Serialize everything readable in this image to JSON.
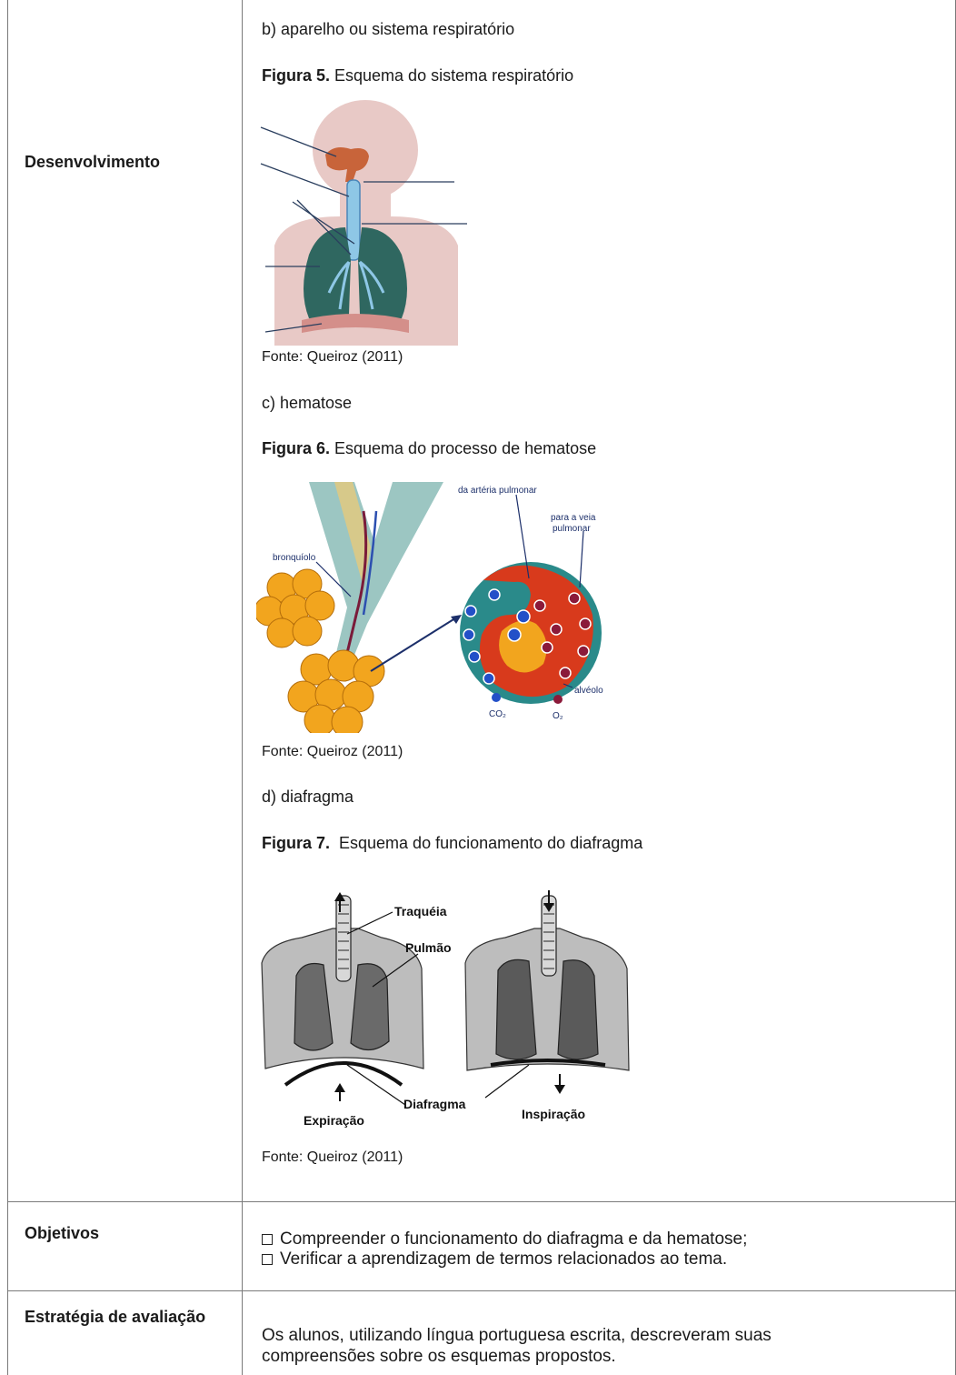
{
  "rows": {
    "desenvolvimento": {
      "label": "Desenvolvimento",
      "item_b": "b) aparelho ou sistema respiratório",
      "fig5_num": "Figura 5.",
      "fig5_title": " Esquema do sistema respiratório",
      "fig5_source": "Fonte: Queiroz (2011)",
      "item_c": "c) hematose",
      "fig6_num": "Figura 6.",
      "fig6_title": " Esquema do processo de hematose",
      "fig6_labels": {
        "arteria": "da artéria pulmonar",
        "veia1": "para a veia",
        "veia2": "pulmonar",
        "bronquiolo": "bronquíolo",
        "alveolo": "alvéolo",
        "co2": "CO₂",
        "o2": "O₂"
      },
      "fig6_source": "Fonte: Queiroz (2011)",
      "item_d": "d) diafragma",
      "fig7_num": "Figura 7.",
      "fig7_title": "  Esquema do funcionamento do diafragma",
      "fig7_labels": {
        "traqueia": "Traquéia",
        "pulmao": "Pulmão",
        "diafragma": "Diafragma",
        "expiracao": "Expiração",
        "inspiracao": "Inspiração"
      },
      "fig7_source": "Fonte: Queiroz (2011)"
    },
    "objetivos": {
      "label": "Objetivos",
      "items": [
        "Compreender o funcionamento do diafragma e da hematose;",
        "Verificar a aprendizagem de termos relacionados ao tema."
      ]
    },
    "avaliacao": {
      "label": "Estratégia de avaliação",
      "line1": "Os alunos, utilizando língua portuguesa escrita, descreveram suas",
      "line2": "compreensões sobre os esquemas propostos."
    }
  }
}
